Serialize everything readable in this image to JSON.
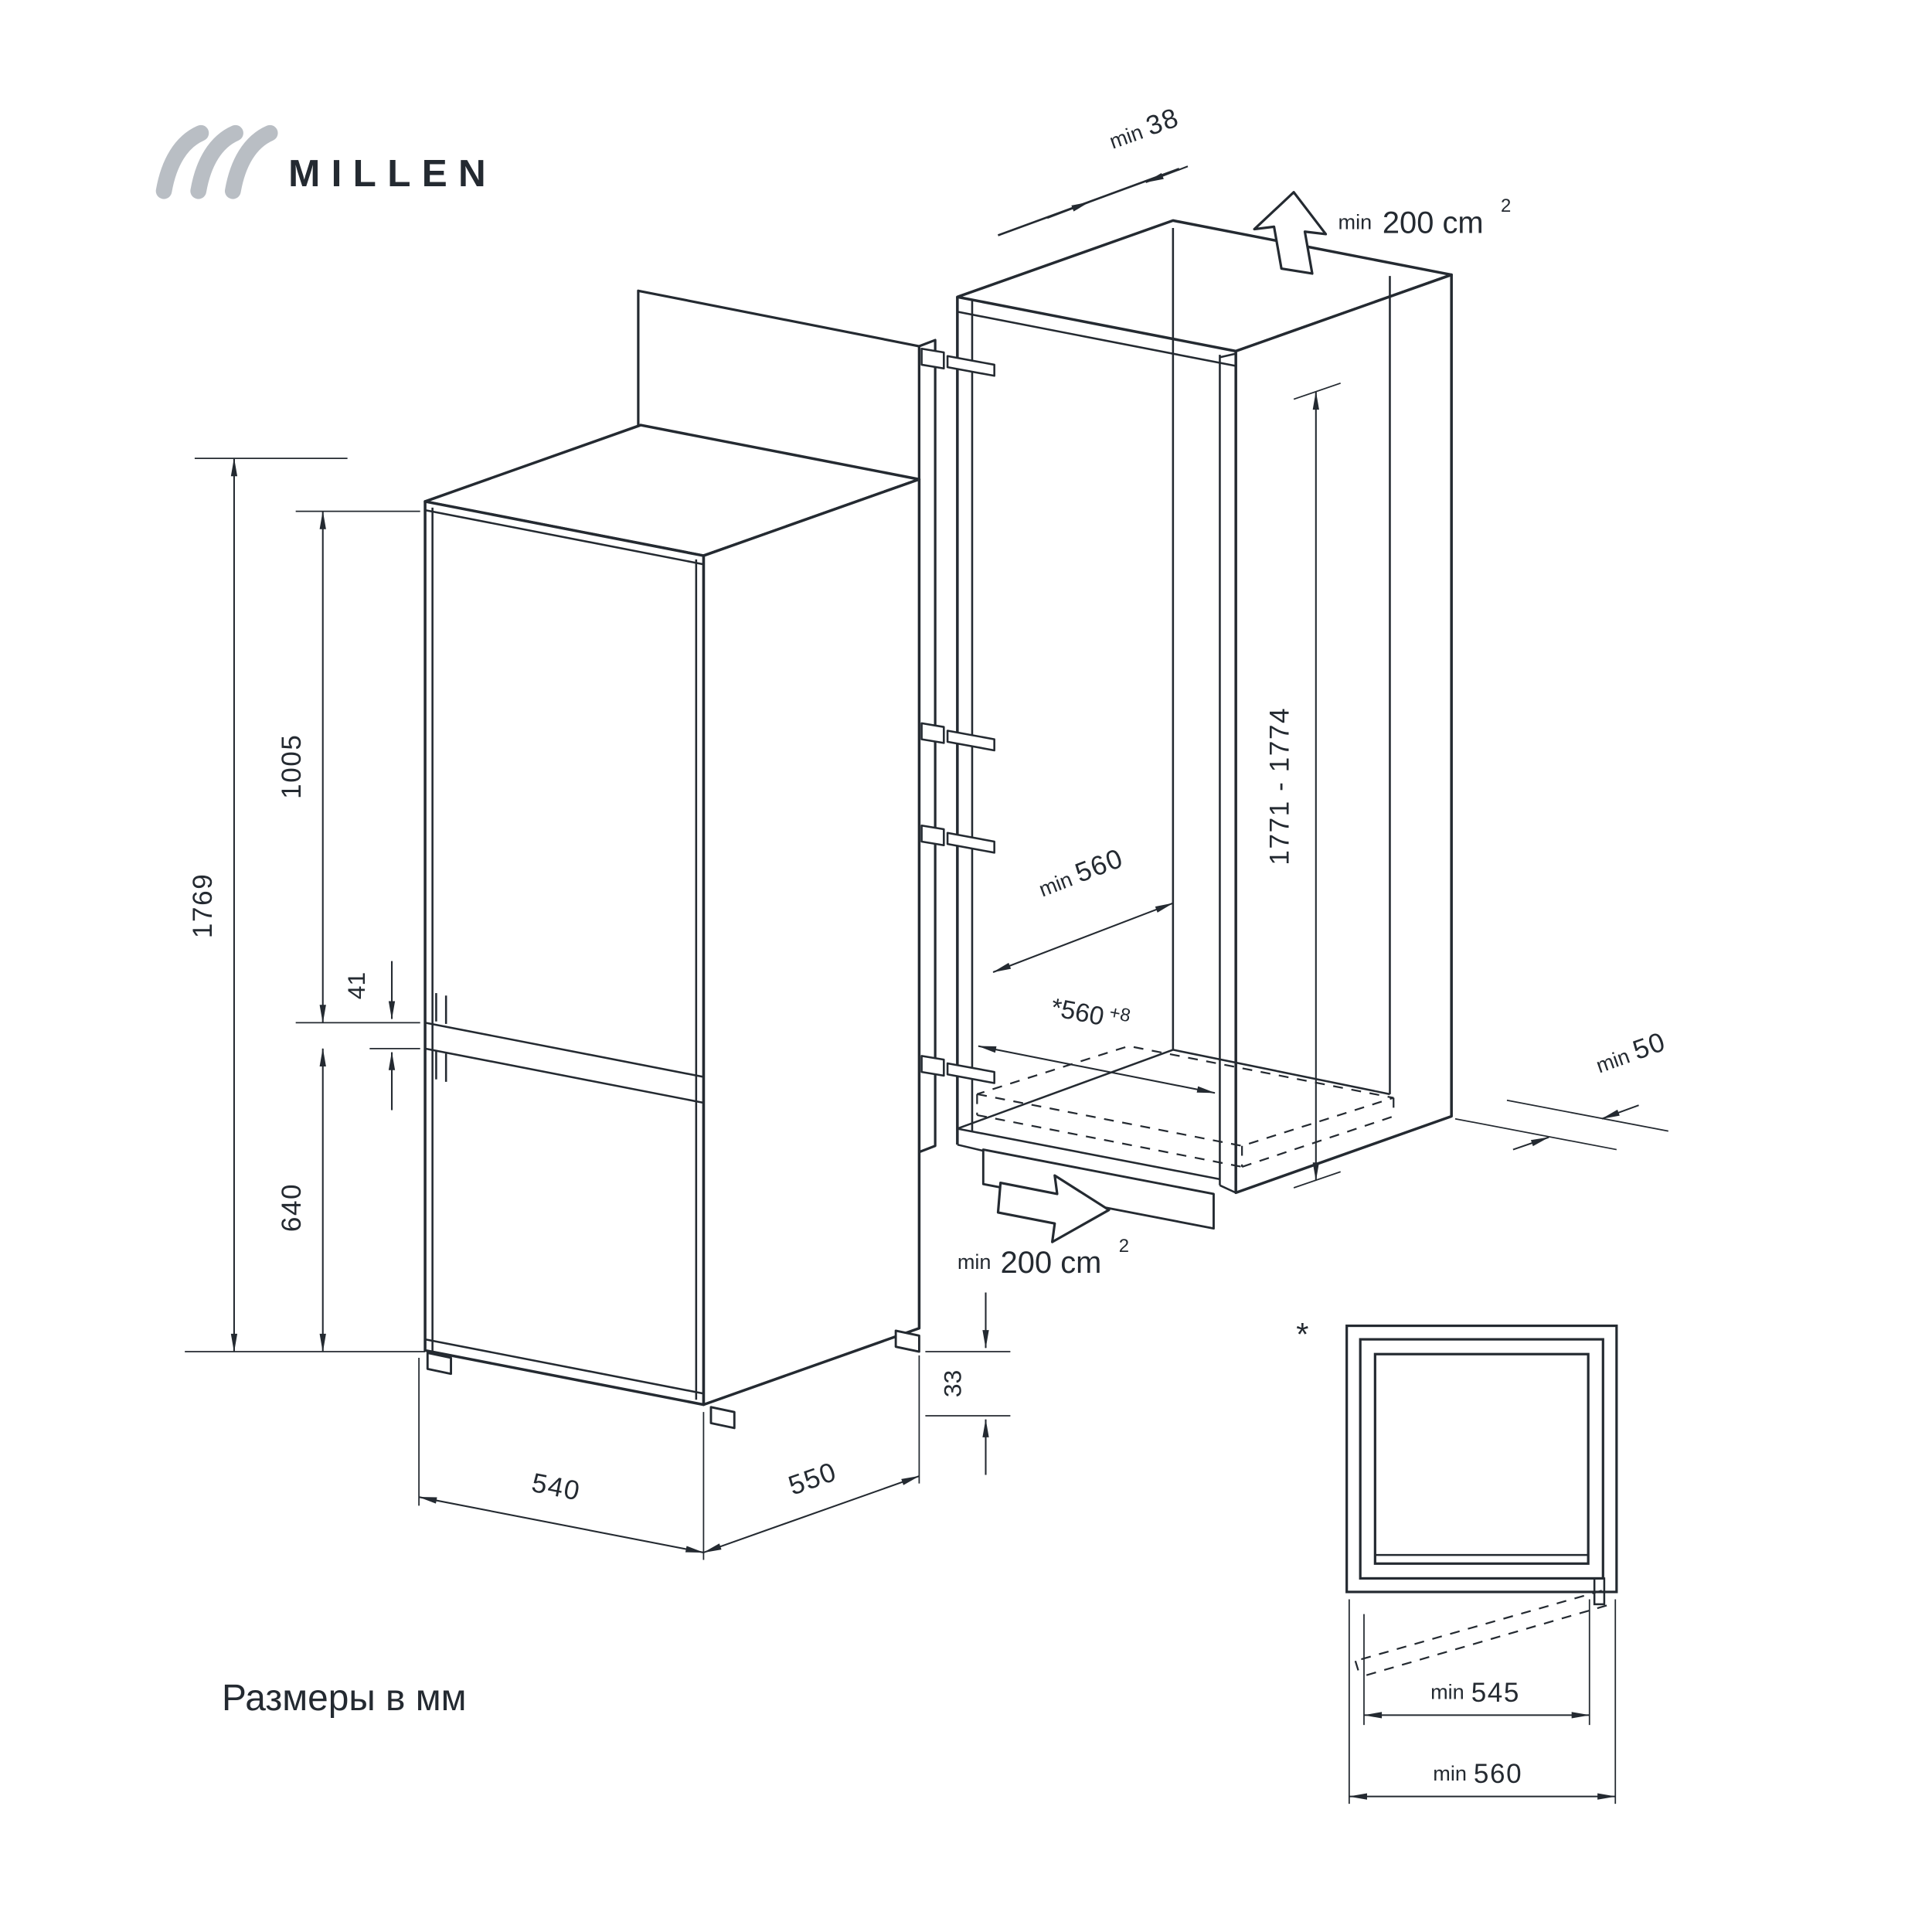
{
  "brand": {
    "name": "MILLEN"
  },
  "footer_note": "Размеры в мм",
  "fridge": {
    "total_height": "1769",
    "fridge_door_height": "1005",
    "door_gap": "41",
    "freezer_door_height": "640",
    "width": "540",
    "depth": "550",
    "feet_height": "33"
  },
  "niche": {
    "wall_gap_min": "min",
    "wall_gap_value": "38",
    "vent_top_min": "min",
    "vent_top_value": "200 cm",
    "vent_top_sup": "2",
    "height_range": "1771 - 1774",
    "depth_min": "min",
    "depth_value": "560",
    "width_value": "*560",
    "width_tolerance": "+8",
    "rear_gap_min": "min",
    "rear_gap_value": "50",
    "vent_bottom_min": "min",
    "vent_bottom_value": "200 cm",
    "vent_bottom_sup": "2"
  },
  "front_view": {
    "footnote_mark": "*",
    "door_width_min": "min",
    "door_width_value": "545",
    "niche_width_min": "min",
    "niche_width_value": "560"
  }
}
